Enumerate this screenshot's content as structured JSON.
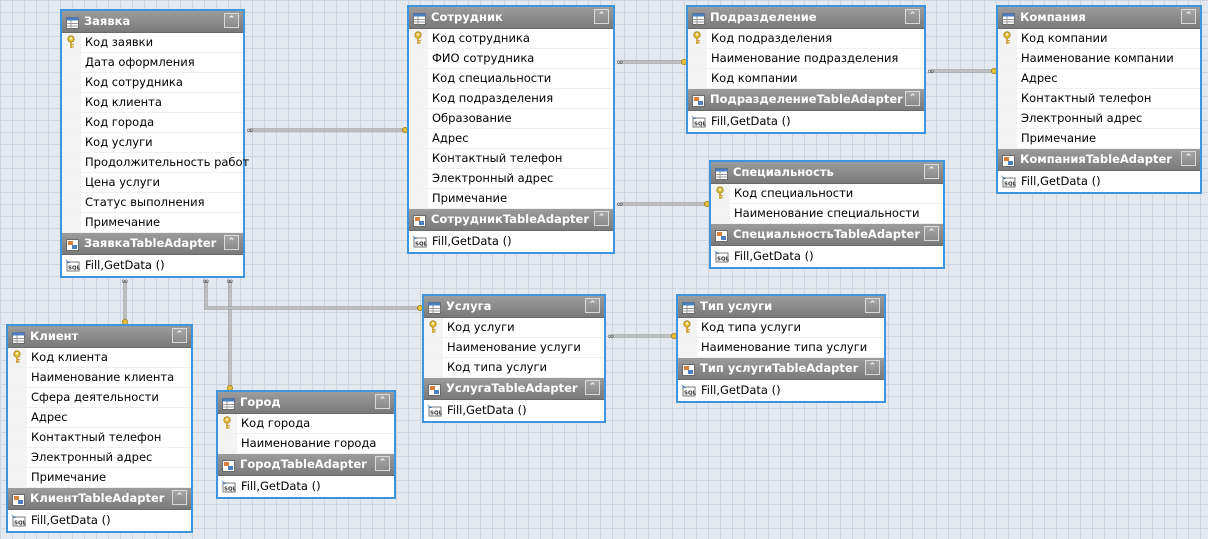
{
  "tables": {
    "zayavka": {
      "title": "Заявка",
      "fields": [
        "Код заявки",
        "Дата оформления",
        "Код сотрудника",
        "Код клиента",
        "Код города",
        "Код услуги",
        "Продолжительность работ",
        "Цена услуги",
        "Статус выполнения",
        "Примечание"
      ],
      "adapter": "ЗаявкаTableAdapter",
      "method": "Fill,GetData ()"
    },
    "sotrudnik": {
      "title": "Сотрудник",
      "fields": [
        "Код сотрудника",
        "ФИО сотрудника",
        "Код специальности",
        "Код подразделения",
        "Образование",
        "Адрес",
        "Контактный телефон",
        "Электронный адрес",
        "Примечание"
      ],
      "adapter": "СотрудникTableAdapter",
      "method": "Fill,GetData ()"
    },
    "podrazdelenie": {
      "title": "Подразделение",
      "fields": [
        "Код подразделения",
        "Наименование подразделения",
        "Код компании"
      ],
      "adapter": "ПодразделениеTableAdapter",
      "method": "Fill,GetData ()"
    },
    "kompaniya": {
      "title": "Компания",
      "fields": [
        "Код компании",
        "Наименование компании",
        "Адрес",
        "Контактный телефон",
        "Электронный адрес",
        "Примечание"
      ],
      "adapter": "КомпанияTableAdapter",
      "method": "Fill,GetData ()"
    },
    "specialnost": {
      "title": "Специальность",
      "fields": [
        "Код специальности",
        "Наименование специальности"
      ],
      "adapter": "СпециальностьTableAdapter",
      "method": "Fill,GetData ()"
    },
    "klient": {
      "title": "Клиент",
      "fields": [
        "Код клиента",
        "Наименование клиента",
        "Сфера деятельности",
        "Адрес",
        "Контактный телефон",
        "Электронный адрес",
        "Примечание"
      ],
      "adapter": "КлиентTableAdapter",
      "method": "Fill,GetData ()"
    },
    "gorod": {
      "title": "Город",
      "fields": [
        "Код города",
        "Наименование города"
      ],
      "adapter": "ГородTableAdapter",
      "method": "Fill,GetData ()"
    },
    "usluga": {
      "title": "Услуга",
      "fields": [
        "Код услуги",
        "Наименование услуги",
        "Код типа услуги"
      ],
      "adapter": "УслугаTableAdapter",
      "method": "Fill,GetData ()"
    },
    "tip_uslugi": {
      "title": "Тип услуги",
      "fields": [
        "Код типа услуги",
        "Наименование типа услуги"
      ],
      "adapter": "Тип услугиTableAdapter",
      "method": "Fill,GetData ()"
    }
  }
}
